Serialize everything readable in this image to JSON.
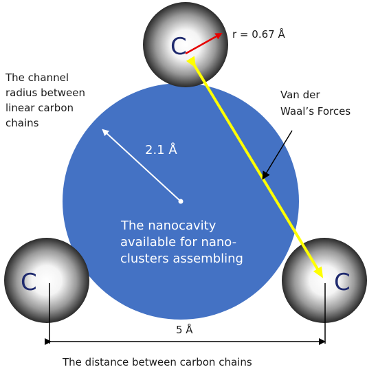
{
  "colors": {
    "nanocavity": "#4472c4",
    "atom_letter": "#1f2a6e",
    "yellow_arrow": "#ffff00",
    "red_arrow": "#e60000",
    "label_text": "#1a1a1a"
  },
  "atoms": {
    "top_label": "C",
    "left_label": "C",
    "right_label": "C"
  },
  "labels": {
    "atom_radius": "r = 0.67 Å",
    "channel_radius_line1": "The channel",
    "channel_radius_line2": "radius between",
    "channel_radius_line3": "linear carbon",
    "channel_radius_line4": "chains",
    "van_der_waals_line1": "Van der",
    "van_der_waals_line2": "Waal’s Forces",
    "cavity_radius": "2.1 Å",
    "cavity_line1": "The nanocavity",
    "cavity_line2": "available for nano-",
    "cavity_line3": "clusters assembling",
    "chain_distance_value": "5 Å",
    "chain_distance_caption": "The distance between carbon chains"
  }
}
